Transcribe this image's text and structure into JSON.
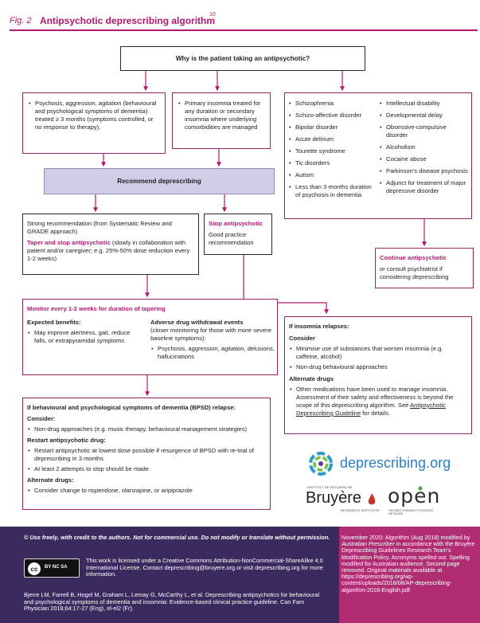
{
  "header": {
    "figure_label": "Fig. 2",
    "title": "Antipsychotic deprescribing algorithm",
    "superscript": "10"
  },
  "question": "Why is the patient taking an antipsychotic?",
  "bpsd_box": {
    "items": [
      "Psychosis, aggression, agitation (behavioural and psychological symptoms of dementia) treated ≥ 3 months (symptoms controlled, or no response to therapy)."
    ]
  },
  "insomnia_box": {
    "items": [
      "Primary insomnia treated for any duration or secondary insomnia where underlying comorbidities are managed"
    ]
  },
  "continue_indications": {
    "col1": [
      "Schizophrenia",
      "Schizo-affective disorder",
      "Bipolar disorder",
      "Acute delirium",
      "Tourette syndrome",
      "Tic disorders",
      "Autism",
      "Less than 3 months duration of psychosis in dementia"
    ],
    "col2": [
      "Intellectual disability",
      "Developmental delay",
      "Obsessive-compulsive disorder",
      "Alcoholism",
      "Cocaine abuse",
      "Parkinson's disease psychosis",
      "Adjunct for treatment of major depressive disorder"
    ]
  },
  "recommend": "Recommend deprescribing",
  "taper_box": {
    "recommendation": "Strong recommendation (from Systematic Review and GRADE approach)",
    "taper_title": "Taper and stop antipsychotic",
    "taper_text": "(slowly in collaboration with patient and/or caregiver; e.g. 25%-50% dose reduction every 1-2 weeks)"
  },
  "stop_box": {
    "title": "Stop antipsychotic",
    "text": "Good practice recommendation"
  },
  "continue_box": {
    "title": "Continue antipsychotic",
    "text": "or consult psychiatrist if considering deprescribing"
  },
  "monitor_box": {
    "title": "Monitor every 1-2 weeks for duration of tapering",
    "benefits_title": "Expected benefits:",
    "benefits": [
      "May improve alertness, gait, reduce falls, or extrapyramidal symptoms"
    ],
    "adverse_title": "Adverse drug withdrawal events",
    "adverse_sub": "(closer monitoring for those with more severe baseline symptoms):",
    "adverse": [
      "Psychosis, aggression, agitation, delusions, hallucinations"
    ]
  },
  "bpsd_relapse": {
    "title": "If behavioural and psychological symptoms of dementia (BPSD) relapse:",
    "consider_title": "Consider:",
    "consider": [
      "Non-drug approaches (e.g. music therapy, behavioural management strategies)"
    ],
    "restart_title": "Restart antipsychotic drug:",
    "restart": [
      "Restart antipsychotic at lowest dose possible if resurgence of BPSD with re-trial of deprescribing in 3 months",
      "At least 2 attempts to stop should be made"
    ],
    "alt_title": "Alternate drugs:",
    "alt": [
      "Consider change to risperidone, olanzapine, or aripiprazole"
    ]
  },
  "insomnia_relapse": {
    "title": "If insomnia relapses:",
    "consider_title": "Consider",
    "consider": [
      "Minimise use of substances that worsen insomnia (e.g. caffeine, alcohol)",
      "Non-drug behavioural approaches"
    ],
    "alt_title": "Alternate drugs",
    "alt_text": "Other medications have been used to manage insomnia. Assessment of their safety and effectiveness is beyond the scope of this deprescribing algorithm. See ",
    "alt_link": "Antipsychotic Deprescribing Guideline",
    "alt_end": " for details."
  },
  "logos": {
    "deprescribing": "deprescribing.org",
    "bruyere_small": "INSTITUT DE RECHERCHE",
    "bruyere": "Bruyère",
    "bruyere_sub": "RESEARCH INSTITUTE",
    "open": "open",
    "open_sub": "ONTARIO PHARMACY EVIDENCE NETWORK"
  },
  "footer": {
    "use_freely": "© Use freely, with credit to the authors. Not for commercial use. Do not modify or translate without permission.",
    "cc_badge": "BY NC SA",
    "license": "This work is licensed under a Creative Commons Attribution-NonCommercial-ShareAlike 4.0 International License. Contact deprescribing@bruyere.org or visit deprescribing.org for more information.",
    "citation": "Bjerre LM, Farrell B, Hogel M, Graham L, Lemay G, McCarthy L, et al. Deprescribing antipsychotics for behavioural and psychological symptoms of dementia and insomnia: Evidence-based clinical practice guideline. Can Fam Physician 2018;64:17-27 (Eng), el-el2 (Fr).",
    "note_lead": "November 2020: Algorithm (Aug 2018) modified by ",
    "note_journal": "Australian Prescriber",
    "note_rest": " in accordance with the Bruyère Deprescribing Guidelines Research Team's Modification Policy. Acronyms spelled out. Spelling modified for Australian audience. Second page removed. Original materials available at https://deprescribing.org/wp-content/uploads/2018/08/AP-deprescribing-algorithm-2018-English.pdf"
  },
  "colors": {
    "magenta": "#b3176f",
    "box_border": "#8e2565",
    "recommend_fill": "#cfcde8",
    "footer_bg": "#3a2a5e",
    "footer_note_bg": "#b02d74"
  }
}
